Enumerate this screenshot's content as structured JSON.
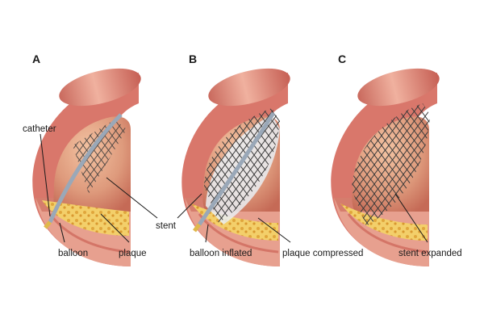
{
  "panels": [
    {
      "letter": "A"
    },
    {
      "letter": "B"
    },
    {
      "letter": "C"
    }
  ],
  "labels": {
    "catheter": "catheter",
    "stent": "stent",
    "balloon": "balloon",
    "plaque": "plaque",
    "balloon_inflated": "balloon inflated",
    "plaque_compressed": "plaque compressed",
    "stent_expanded": "stent expanded"
  },
  "colors": {
    "artery_outer": "#d9776b",
    "artery_highlight": "#f2b7a6",
    "artery_wall": "#e38a7c",
    "cut_face": "#e7a08f",
    "lumen": "#c0574c",
    "plaque": "#f0c75e",
    "stent_mesh": "#3a3a3a",
    "catheter": "#9aa8b8",
    "catheter_tip": "#e0b84a",
    "balloon_inflated": "#e9eef3"
  }
}
